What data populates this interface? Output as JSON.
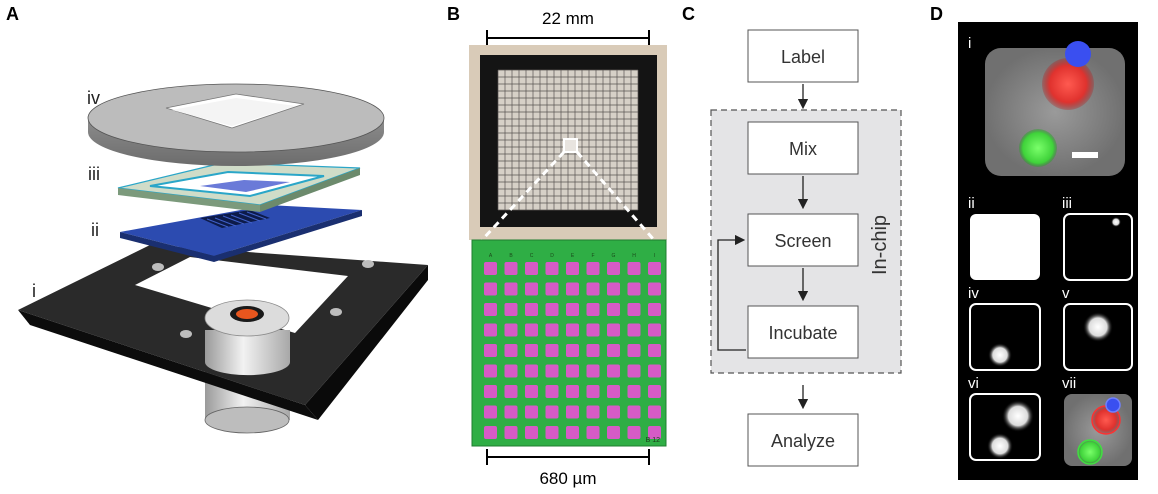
{
  "panels": {
    "a": {
      "letter": "A",
      "layers": [
        "i",
        "ii",
        "iii",
        "iv"
      ]
    },
    "b": {
      "letter": "B",
      "top_scale": "22 mm",
      "bottom_scale": "680 µm",
      "grid_cols_letters": [
        "A",
        "B",
        "C",
        "D",
        "E",
        "F",
        "G",
        "H",
        "I"
      ],
      "chip_code": "B 12",
      "colors": {
        "chip_green": "#2fae45",
        "well_magenta": "#d65bc6",
        "frame_black": "#141414"
      }
    },
    "c": {
      "letter": "C",
      "steps": {
        "label": "Label",
        "mix": "Mix",
        "screen": "Screen",
        "incubate": "Incubate",
        "analyze": "Analyze"
      },
      "region_label": "In-chip",
      "colors": {
        "region_fill": "#e4e4e6"
      }
    },
    "d": {
      "letter": "D",
      "sub_labels": [
        "i",
        "ii",
        "iii",
        "iv",
        "v",
        "vi",
        "vii"
      ],
      "colors": {
        "red": "#e0322e",
        "green": "#3fd23a",
        "blue": "#3a4ff0"
      }
    }
  }
}
